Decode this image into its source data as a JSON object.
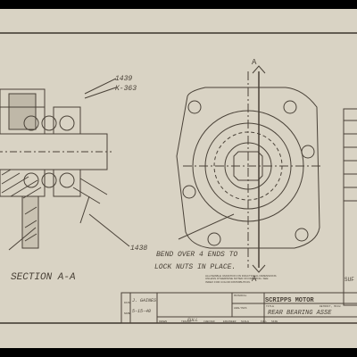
{
  "drawing": {
    "section_label": "SECTION A-A",
    "part_refs": [
      "1439",
      "K-363",
      "1438"
    ],
    "cut_label": "A",
    "note_line1": "BEND OVER 4 ENDS TO",
    "note_line2": "LOCK NUTS IN PLACE.",
    "side_text": "SUF"
  },
  "title_block": {
    "company": "SCRIPPS MOTOR",
    "company_sub": "DETROIT, MICH",
    "material_label": "MATERIAL",
    "analysis_label": "ANALYSIS",
    "title_label": "TITLE",
    "title": "REAR BEARING ASSE",
    "notice": "ALLOWABLE VARIATION ON FRACTIONAL DIMENSIONS UNLESS OTHERWISE NOTED ON DRAWING. SEE INDEX FOR COLOR DISTRIBUTION.",
    "drawn_by": "J. GAINES",
    "date": "5-15-40",
    "scale": "FULL",
    "footer_cells": [
      "DRAWN",
      "TRACED",
      "CHECKED",
      "ENGINEER",
      "SCALE",
      "FULL",
      "SIZE"
    ],
    "left_labels": [
      "DATE",
      "NAME"
    ]
  },
  "colors": {
    "paper": "#d9d3c4",
    "ink": "#4a4238",
    "border": "#2b2621"
  }
}
